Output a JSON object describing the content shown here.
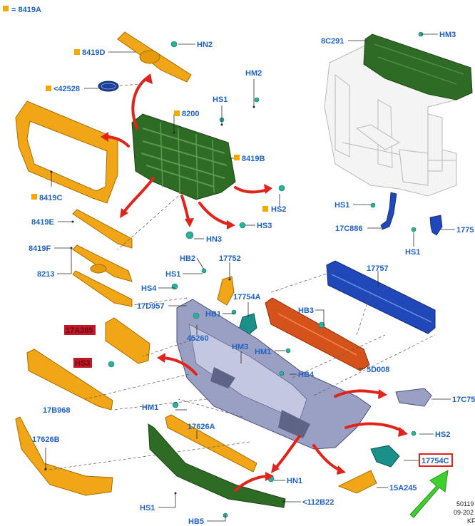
{
  "legend": {
    "text": "= 8419A",
    "color": "#f5a800"
  },
  "labels": {
    "hn2": "HN2",
    "p8419d": "8419D",
    "p42528": "<42528",
    "hm2": "HM2",
    "hs1a": "HS1",
    "p8200": "8200",
    "p8419b": "8419B",
    "p8419c": "8419C",
    "hs2a": "HS2",
    "hn3": "HN3",
    "hs3a": "HS3",
    "p8419e": "8419E",
    "p8419f": "8419F",
    "p8213": "8213",
    "hb2": "HB2",
    "p17752": "17752",
    "hs1b": "HS1",
    "hs4": "HS4",
    "p17754a": "17754A",
    "p17d957": "17D957",
    "hb1": "HB1",
    "p45260": "45260",
    "hm3b": "HM3",
    "hm1a": "HM1",
    "p17b968": "17B968",
    "hm1b": "HM1",
    "p17626a": "17626A",
    "p17626b": "17626B",
    "hs1c": "HS1",
    "hb5": "HB5",
    "p112b22": "<112B22",
    "hn1": "HN1",
    "p15a245": "15A245",
    "p17754c": "17754C",
    "hs2b": "HS2",
    "p17c75": "17C75",
    "hb4": "HB4",
    "p5d008": "5D008",
    "hb3": "HB3",
    "p17757": "17757",
    "p8c291": "8C291",
    "hm3a": "HM3",
    "hs1d": "HS1",
    "p17c886": "17C886",
    "hs1e": "HS1",
    "p1775": "1775"
  },
  "redacted_labels": {
    "r1": "17A385",
    "r2": "HS3"
  },
  "footer": {
    "line1": "50119",
    "line2": "09-202",
    "line3": "KF"
  },
  "colors": {
    "label": "#1f63c4",
    "accent_orange": "#f5a800",
    "grille_green": "#2e6b25",
    "bumper_gray": "#9aa0c4",
    "beam_blue": "#2048b8",
    "absorber_orange": "#d5531a",
    "arrow_red": "#e0241c",
    "pointer_green": "#3fd02e"
  }
}
